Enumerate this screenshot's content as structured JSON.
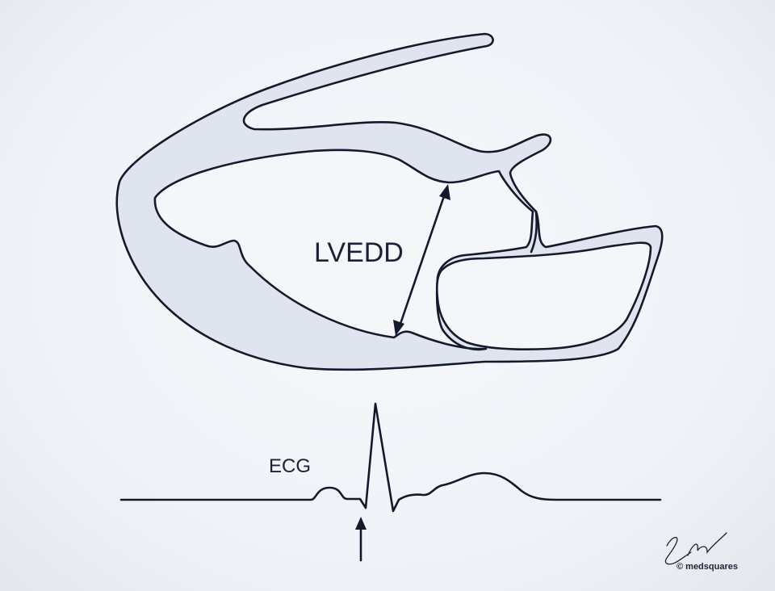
{
  "diagram": {
    "measurement_label": "LVEDD",
    "ecg_label": "ECG",
    "watermark": "© medsquares"
  },
  "colors": {
    "background": "#f1f4f8",
    "wall_fill": "#dfe4ef",
    "outline": "#141a2c"
  }
}
